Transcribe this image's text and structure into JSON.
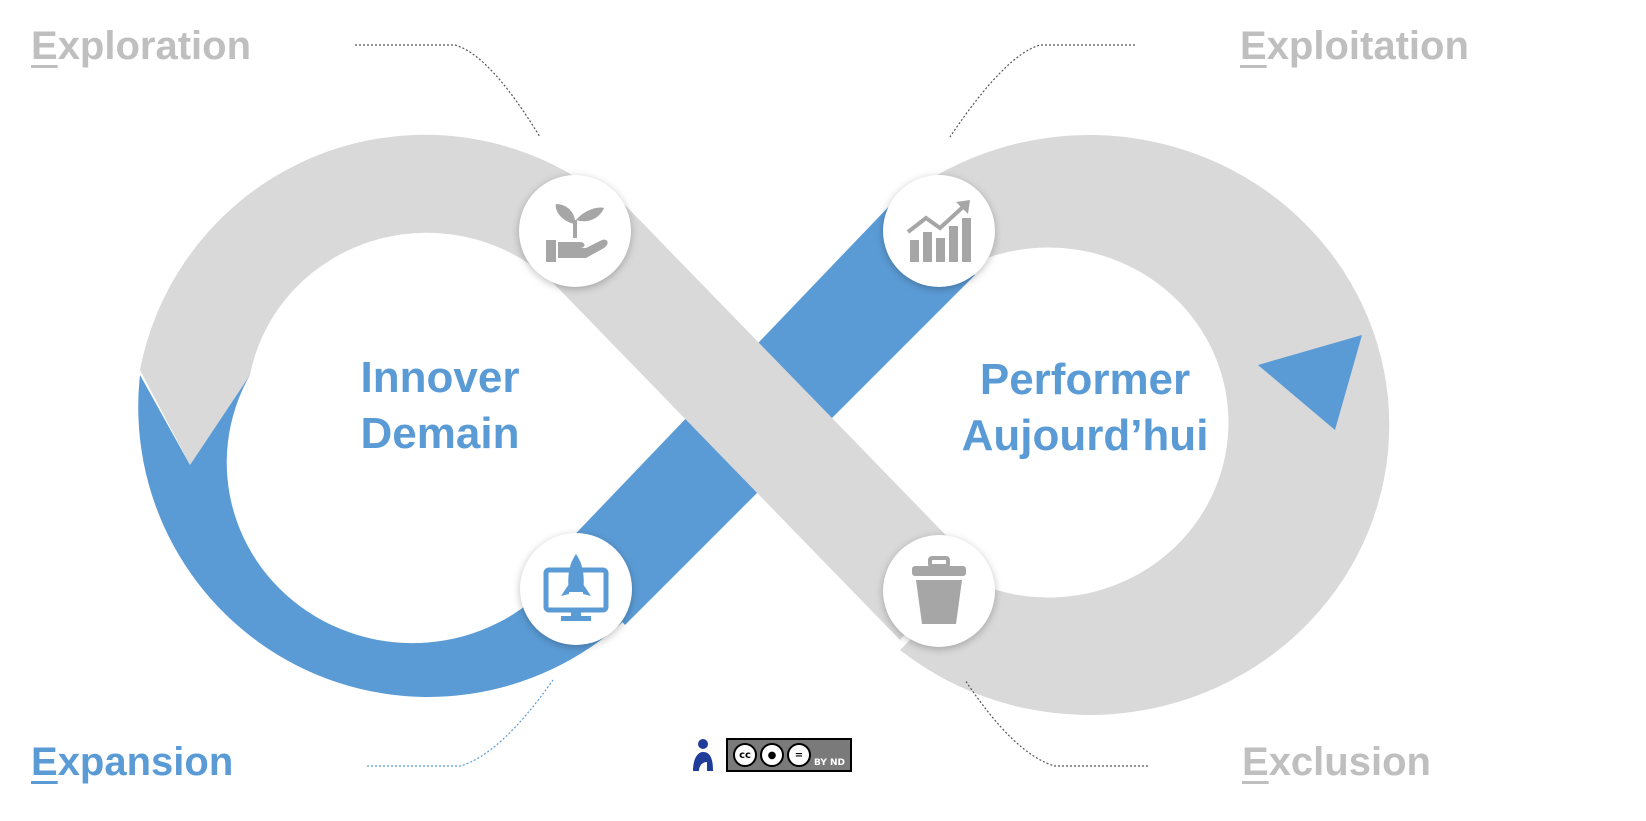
{
  "corners": {
    "top_left": {
      "initial": "E",
      "rest": "xploration"
    },
    "top_right": {
      "initial": "E",
      "rest": "xploitation"
    },
    "bottom_left": {
      "initial": "E",
      "rest": "xpansion"
    },
    "bottom_right": {
      "initial": "E",
      "rest": "xclusion"
    }
  },
  "centers": {
    "left": {
      "line1": "Innover",
      "line2": "Demain"
    },
    "right": {
      "line1": "Performer",
      "line2": "Aujourd’hui"
    }
  },
  "icons": {
    "top_left": "plant-in-hand-icon",
    "top_right": "growth-chart-icon",
    "bottom_left": "rocket-monitor-icon",
    "bottom_right": "trash-bin-icon"
  },
  "colors": {
    "accent_blue": "#5b9bd5",
    "gray": "#d9d9d9",
    "label_gray": "#bfbfbf",
    "icon_gray": "#a6a6a6"
  },
  "license": {
    "cc_label": "cc",
    "cc_terms": "BY  ND"
  }
}
